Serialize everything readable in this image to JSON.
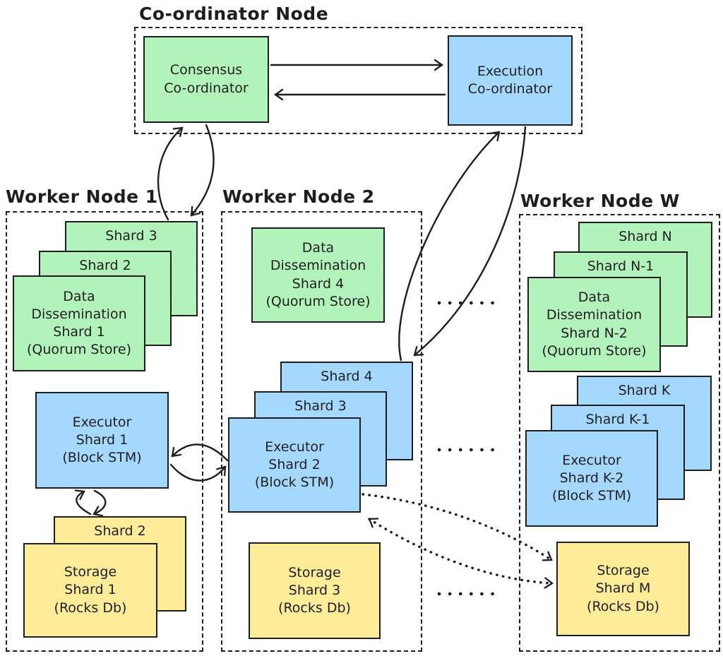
{
  "coordinator": {
    "title": "Co-ordinator Node",
    "consensus_label": "Consensus\nCo-ordinator",
    "execution_label": "Execution\nCo-ordinator"
  },
  "workers": [
    {
      "title": "Worker Node 1",
      "quorum_stack": [
        "Shard 3",
        "Shard 2",
        "Data\nDissemination\nShard 1\n(Quorum Store)"
      ],
      "executor_stack": [
        "Executor\nShard 1\n(Block STM)"
      ],
      "storage_stack": [
        "Shard 2",
        "Storage\nShard 1\n(Rocks Db)"
      ]
    },
    {
      "title": "Worker Node 2",
      "quorum_stack": [
        "Data\nDissemination\nShard 4\n(Quorum Store)"
      ],
      "executor_stack": [
        "Shard 4",
        "Shard 3",
        "Executor\nShard 2\n(Block STM)"
      ],
      "storage_stack": [
        "Storage\nShard 3\n(Rocks Db)"
      ]
    },
    {
      "title": "Worker Node W",
      "quorum_stack": [
        "Shard N",
        "Shard N-1",
        "Data\nDissemination\nShard N-2\n(Quorum Store)"
      ],
      "executor_stack": [
        "Shard K",
        "Shard K-1",
        "Executor\nShard K-2\n(Block STM)"
      ],
      "storage_stack": [
        "Storage\nShard M\n(Rocks Db)"
      ]
    }
  ],
  "connections": [
    {
      "from": "consensus-coordinator",
      "to": "execution-coordinator",
      "style": "solid",
      "bidirectional": true
    },
    {
      "from": "worker1-quorum-stack",
      "to": "consensus-coordinator",
      "style": "solid",
      "bidirectional": true
    },
    {
      "from": "worker2-executor-stack",
      "to": "execution-coordinator",
      "style": "solid",
      "bidirectional": true
    },
    {
      "from": "worker1-executor",
      "to": "worker2-executor",
      "style": "solid",
      "bidirectional": true
    },
    {
      "from": "worker1-executor",
      "to": "worker1-storage-stack",
      "style": "solid",
      "bidirectional": true
    },
    {
      "from": "worker2-executor",
      "to": "workerW-storage",
      "style": "dotted"
    },
    {
      "from": "worker2-executor",
      "to": "workerW-storage",
      "style": "dotted",
      "bidirectional": true
    }
  ],
  "ellipsis_separator_rows": 3,
  "colors": {
    "quorum_fill": "#b2f2bb",
    "executor_fill": "#a5d8ff",
    "storage_fill": "#ffec99",
    "stroke": "#1e1e1e",
    "background": "#ffffff"
  }
}
